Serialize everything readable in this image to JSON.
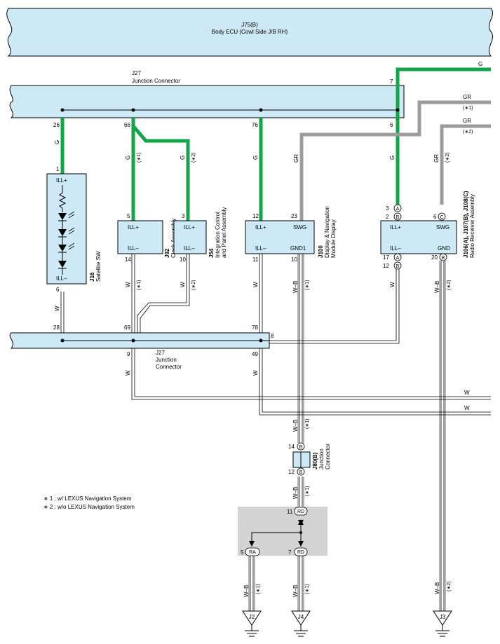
{
  "components": {
    "body_ecu": {
      "code": "J75(B)",
      "name": "Body ECU (Cowl Side J/B RH)"
    },
    "jc_top": {
      "code": "J27",
      "name": "Junction Connector"
    },
    "jc_bottom": {
      "code": "J27",
      "name1": "Junction",
      "name2": "Connector"
    },
    "satellite_sw": {
      "code": "J16",
      "name": "Satellite SW",
      "pin_top": "ILL+",
      "pin_bottom": "ILL–"
    },
    "clock": {
      "code": "J92",
      "name": "Clock Assembly",
      "pin_top": "ILL+",
      "pin_bottom": "ILL–"
    },
    "integration": {
      "code": "J54",
      "name1": "Integration Control",
      "name2": "and Panel Assembly",
      "pin_top": "ILL+",
      "pin_bottom": "ILL–"
    },
    "display": {
      "code": "J100",
      "name1": "Display & Navigation",
      "name2": "Module Display",
      "pin_ill_plus": "ILL+",
      "pin_swg": "SWG",
      "pin_ill_minus": "ILL–",
      "pin_gnd": "GND1"
    },
    "radio": {
      "code": "J106(A), J107(B), J108(C)",
      "name": "Radio Receiver Assembly",
      "pin_ill_plus": "ILL+",
      "pin_swg": "SWG",
      "pin_ill_minus": "ILL–",
      "pin_gnd": "GND"
    },
    "j80": {
      "code": "J80(B)",
      "name1": "Junction",
      "name2": "Connector"
    }
  },
  "pins": {
    "top_26": "26",
    "top_66": "66",
    "top_76": "76",
    "top_6": "6",
    "top_7": "7",
    "sat_1": "1",
    "sat_6": "6",
    "clk_5": "5",
    "clk_14": "14",
    "int_3": "3",
    "int_10": "10",
    "disp_12": "12",
    "disp_23": "23",
    "disp_11": "11",
    "disp_10": "10",
    "rad_3": "3",
    "rad_3_conn": "A",
    "rad_2": "2",
    "rad_2_conn": "B",
    "rad_6": "6",
    "rad_6_conn": "C",
    "rad_17": "17",
    "rad_17_conn": "A",
    "rad_12": "12",
    "rad_12_conn": "B",
    "rad_20": "20",
    "rad_20_conn": "B",
    "bot_28": "28",
    "bot_69": "69",
    "bot_78": "78",
    "bot_8": "8",
    "bot_9": "9",
    "bot_49": "49",
    "j80_14": "14",
    "j80_14_conn": "B",
    "j80_12": "12",
    "j80_12_conn": "B",
    "splice_11": "11",
    "splice_11_conn": "RD",
    "splice_5": "5",
    "splice_5_conn": "RA",
    "splice_7": "7",
    "splice_7_conn": "RD"
  },
  "wires": {
    "g": "G",
    "gr": "GR",
    "w": "W",
    "wb": "W–B",
    "n1": "(∗1)",
    "n2": "(∗2)"
  },
  "grounds": {
    "j2": "J2",
    "j4": "J4",
    "j3": "J3"
  },
  "notes": {
    "note1": "∗ 1 : w/ LEXUS Navigation System",
    "note2": "∗ 2 : w/o LEXUS Navigation System"
  },
  "colors": {
    "connector_fill": "#cde9f6",
    "green_wire": "#12a54a",
    "gray_wire": "#9c9c9c",
    "splice_fill": "#d3d3d3"
  }
}
